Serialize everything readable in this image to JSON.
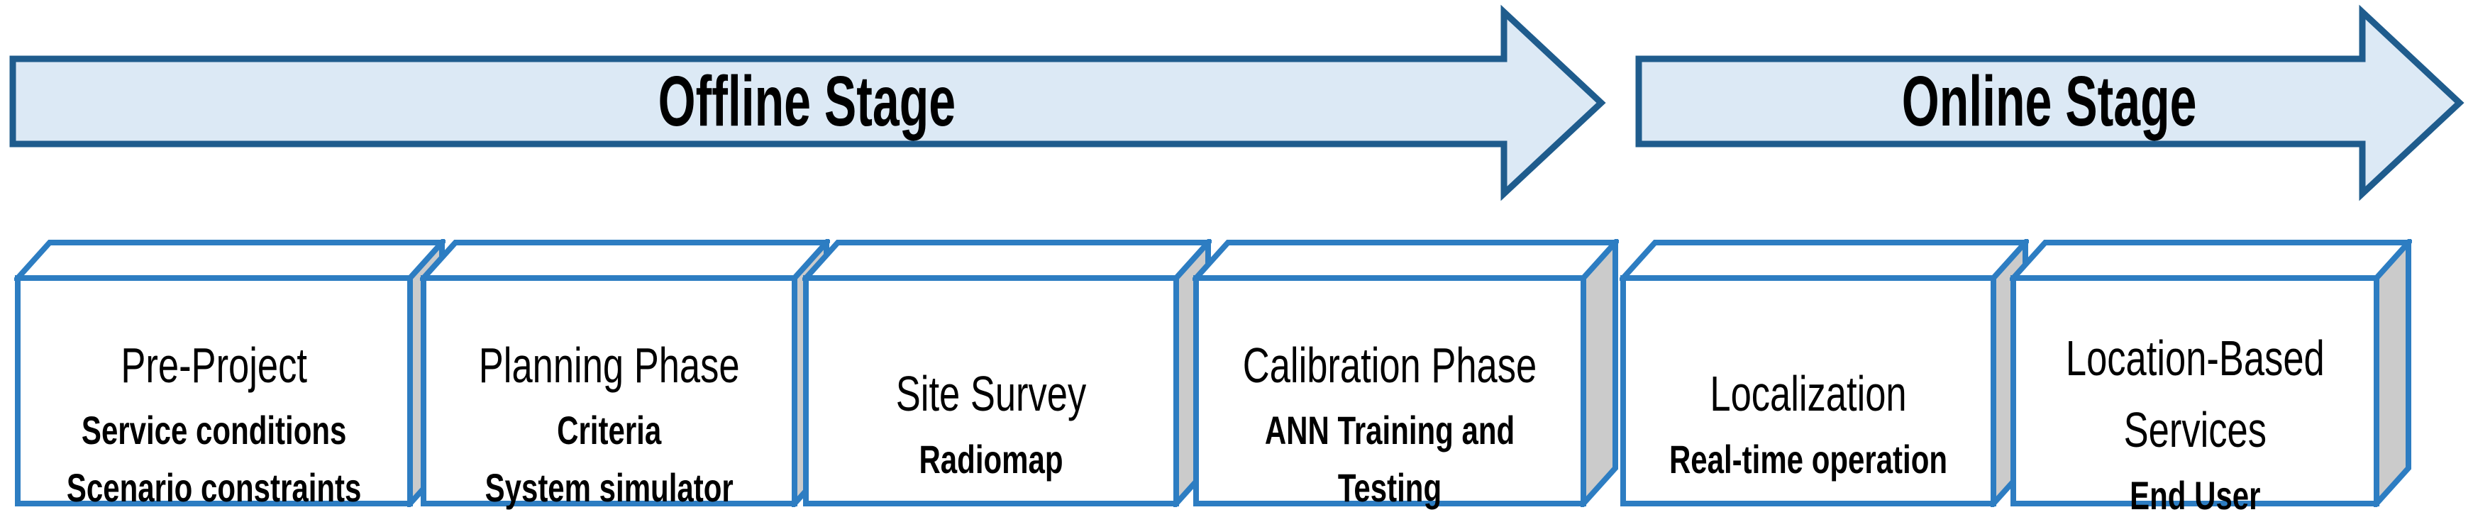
{
  "diagram": {
    "stages": [
      {
        "id": "offline",
        "label": "Offline Stage"
      },
      {
        "id": "online",
        "label": "Online Stage"
      }
    ],
    "boxes": [
      {
        "stage": "offline",
        "title": "Pre-Project",
        "details": [
          "Service conditions",
          "Scenario constraints"
        ]
      },
      {
        "stage": "offline",
        "title": "Planning Phase",
        "details": [
          "Criteria",
          "System simulator"
        ]
      },
      {
        "stage": "offline",
        "title": "Site Survey",
        "details": [
          "Radiomap"
        ]
      },
      {
        "stage": "offline",
        "title": "Calibration Phase",
        "details": [
          "ANN Training and",
          "Testing"
        ]
      },
      {
        "stage": "online",
        "title": "Localization",
        "details": [
          "Real-time operation"
        ]
      },
      {
        "stage": "online",
        "title": "Location-Based Services",
        "details": [
          "End User"
        ]
      }
    ],
    "colors": {
      "arrow_fill": "#DCE9F5",
      "arrow_border": "#1F5C8D",
      "box_border": "#2D7DC2",
      "box_face": "#FFFFFF",
      "box_side_face": "#CBCBCB",
      "text": "#000000",
      "background": "#FFFFFF"
    }
  }
}
